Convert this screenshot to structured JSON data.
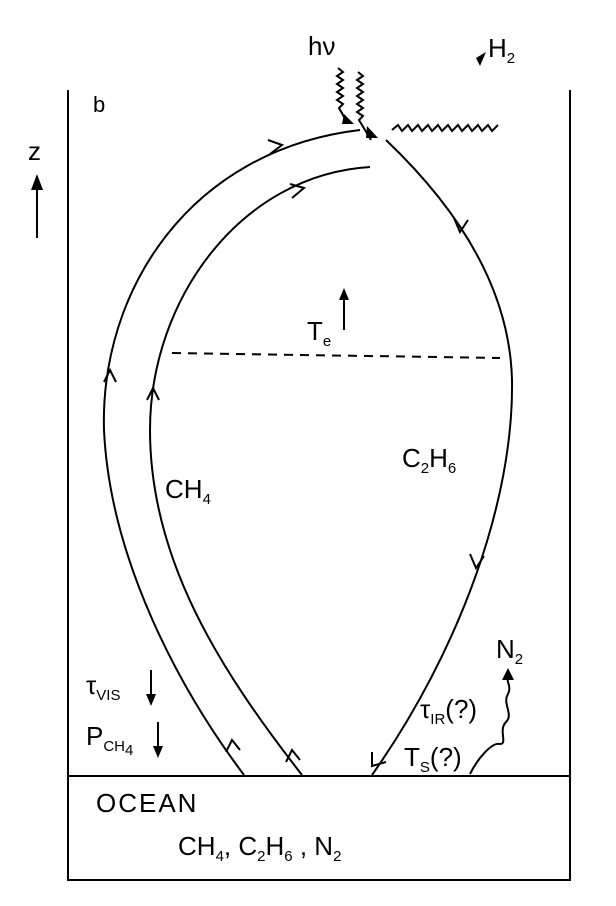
{
  "panel_letter": "b",
  "axis": {
    "label": "z"
  },
  "photon": {
    "label": "hν"
  },
  "escape": {
    "label": "H",
    "sub": "2"
  },
  "temperature": {
    "label": "T",
    "sub": "e"
  },
  "methane": {
    "label": "CH",
    "sub": "4"
  },
  "ethane": {
    "c": "C",
    "c_sub": "2",
    "h": "H",
    "h_sub": "6"
  },
  "nitrogen": {
    "label": "N",
    "sub": "2"
  },
  "tau_vis": {
    "label": "τ",
    "sub": "VIS"
  },
  "p_ch4": {
    "label": "P",
    "sub": "CH",
    "subsub": "4"
  },
  "tau_ir": {
    "label": "τ",
    "sub": "IR",
    "suffix": "(?)"
  },
  "t_s": {
    "label": "T",
    "sub": "S",
    "suffix": "(?)"
  },
  "ocean": {
    "title": "OCEAN",
    "contents": {
      "ch": "CH",
      "ch_sub": "4",
      "sep1": ", ",
      "c": "C",
      "c_sub": "2",
      "h": "H",
      "h_sub": "6",
      "sep2": " , ",
      "n": "N",
      "n_sub": "2"
    }
  }
}
